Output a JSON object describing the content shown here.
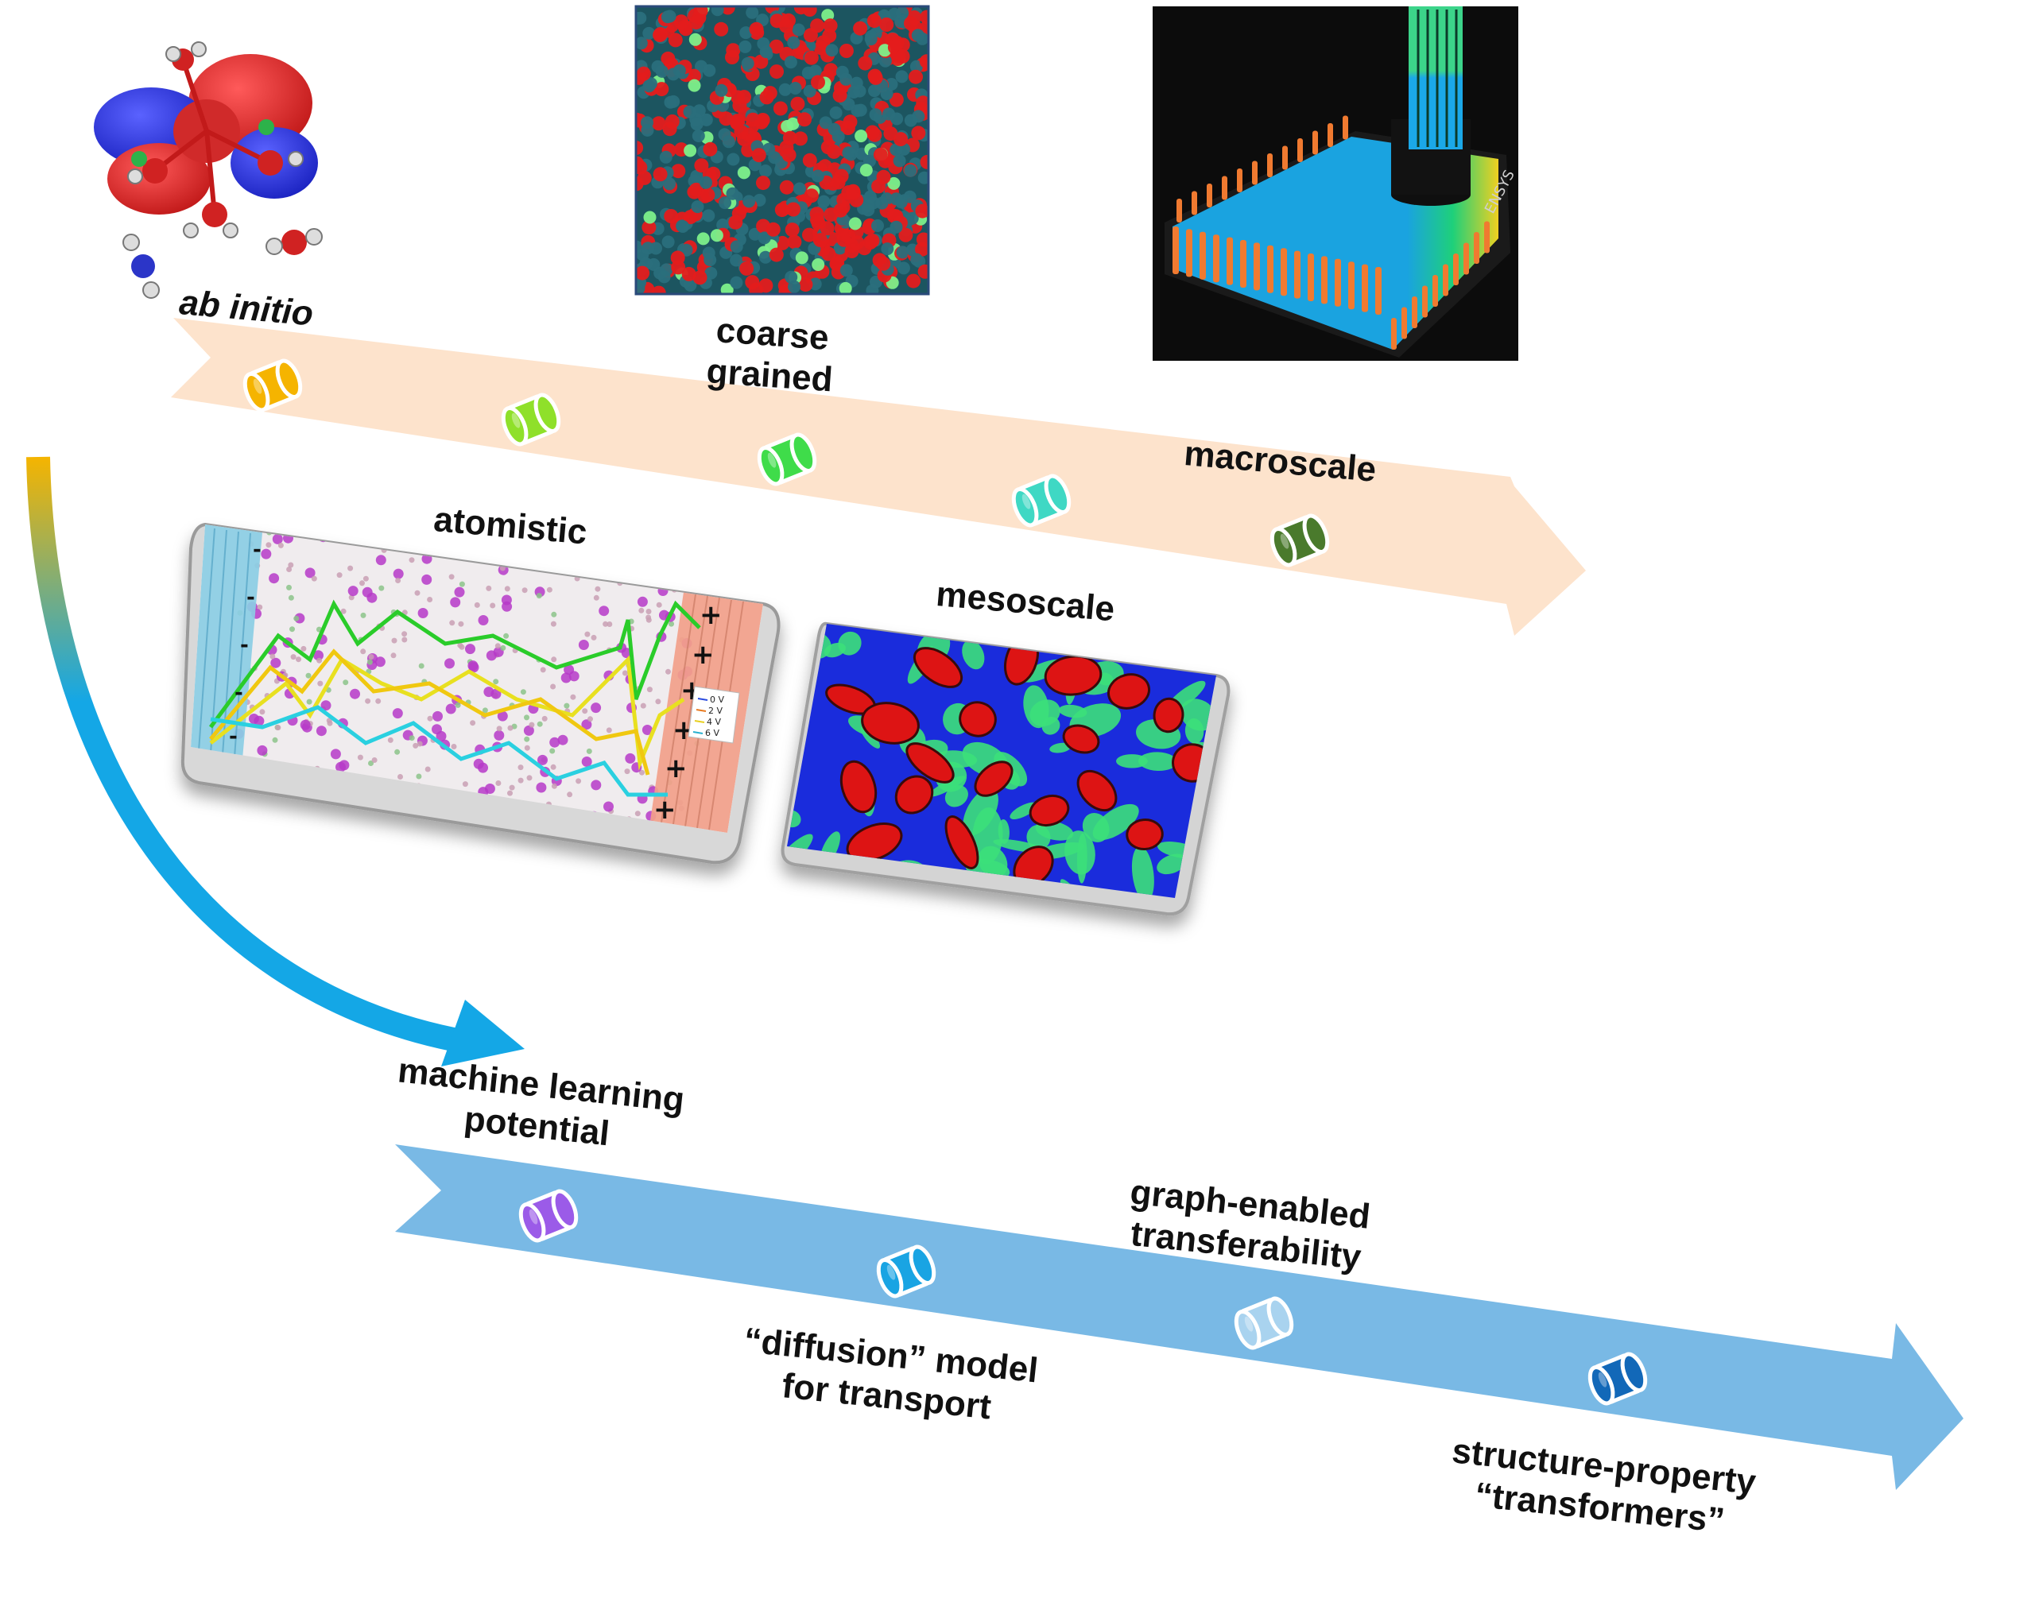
{
  "top_stages": [
    {
      "label": "ab initio",
      "italic": true,
      "color": "#f5b400"
    },
    {
      "label": "atomistic",
      "italic": false,
      "color": "#8fe02a"
    },
    {
      "label": "coarse\ngrained",
      "italic": false,
      "color": "#3fdc4a"
    },
    {
      "label": "mesoscale",
      "italic": false,
      "color": "#3fd8c4"
    },
    {
      "label": "macroscale",
      "italic": false,
      "color": "#4a7a2c"
    }
  ],
  "bottom_stages": [
    {
      "label": "machine learning\npotential",
      "color": "#9b5be8"
    },
    {
      "label": "“diffusion” model\nfor transport",
      "color": "#19a4e3"
    },
    {
      "label": "graph-enabled\ntransferability",
      "color": "#a9d3ef"
    },
    {
      "label": "structure-property\n“transformers”",
      "color": "#1268b8"
    }
  ],
  "colors": {
    "top_arrow": "#fde3cc",
    "bottom_arrow": "#79b9e5",
    "curve_start": "#f5b400",
    "curve_end": "#14a7e6"
  },
  "electrode_signs": {
    "positive": "+",
    "negative": "-"
  },
  "voltage_legend": [
    "0 V",
    "2 V",
    "4 V",
    "6 V"
  ],
  "device_text": "ENSYS",
  "icons": [
    "molecule-orbital-icon",
    "coarse-grained-box-icon",
    "printer-pillar-icon",
    "atomistic-cell-icon",
    "mesoscale-field-icon"
  ]
}
